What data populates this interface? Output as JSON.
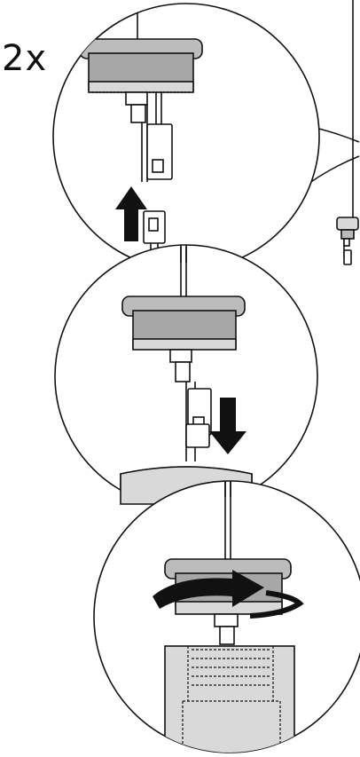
{
  "labels": {
    "quantity": "2x"
  },
  "colors": {
    "line": "#111111",
    "fill_light": "#d9d9d9",
    "fill_mid": "#bcbcbc",
    "fill_dark": "#a7a7a7",
    "arrow": "#111111",
    "background": "#ffffff"
  },
  "steps": [
    {
      "panel": "top",
      "content": "connector-join",
      "arrow": "up-arrow"
    },
    {
      "panel": "middle",
      "content": "connector-separate",
      "arrow": "down-arrow"
    },
    {
      "panel": "bottom",
      "content": "twist-lock",
      "arrow": "rotate-arrow"
    }
  ]
}
